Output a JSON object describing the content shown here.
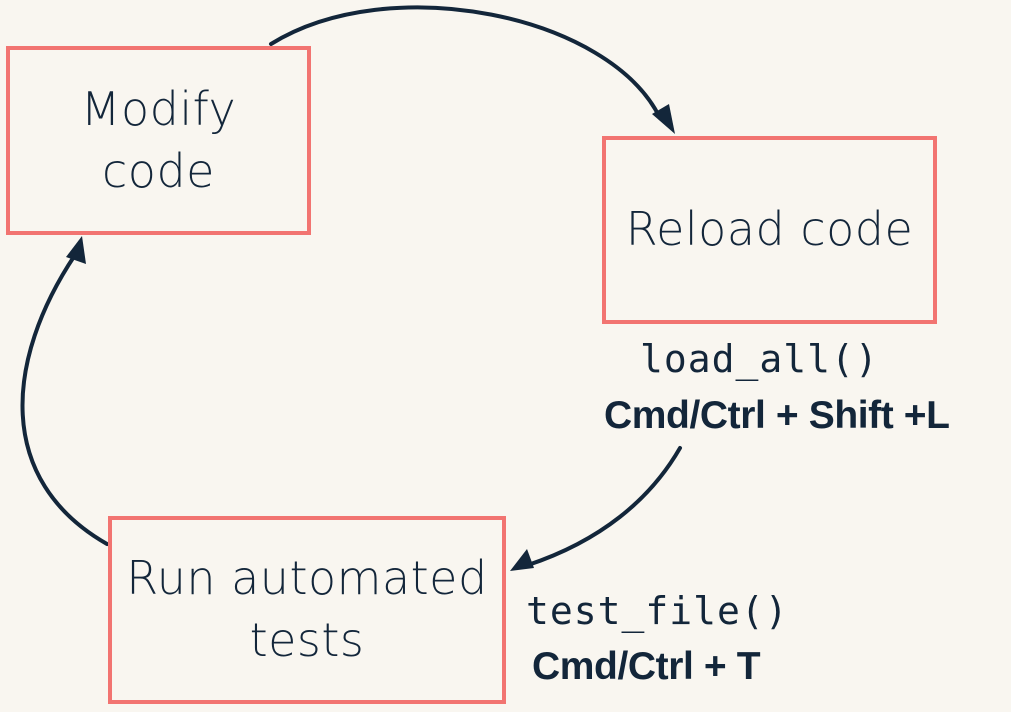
{
  "nodes": {
    "modify_code": "Modify\ncode",
    "reload_code": "Reload code",
    "run_tests": "Run automated\ntests"
  },
  "annotations": {
    "load_all_function": "load_all()",
    "load_all_shortcut": "Cmd/Ctrl + Shift +L",
    "test_file_function": "test_file()",
    "test_file_shortcut": "Cmd/Ctrl + T"
  },
  "colors": {
    "background": "#f9f6f0",
    "box_border": "#f27471",
    "text": "#13263a",
    "arrow": "#13263a"
  }
}
